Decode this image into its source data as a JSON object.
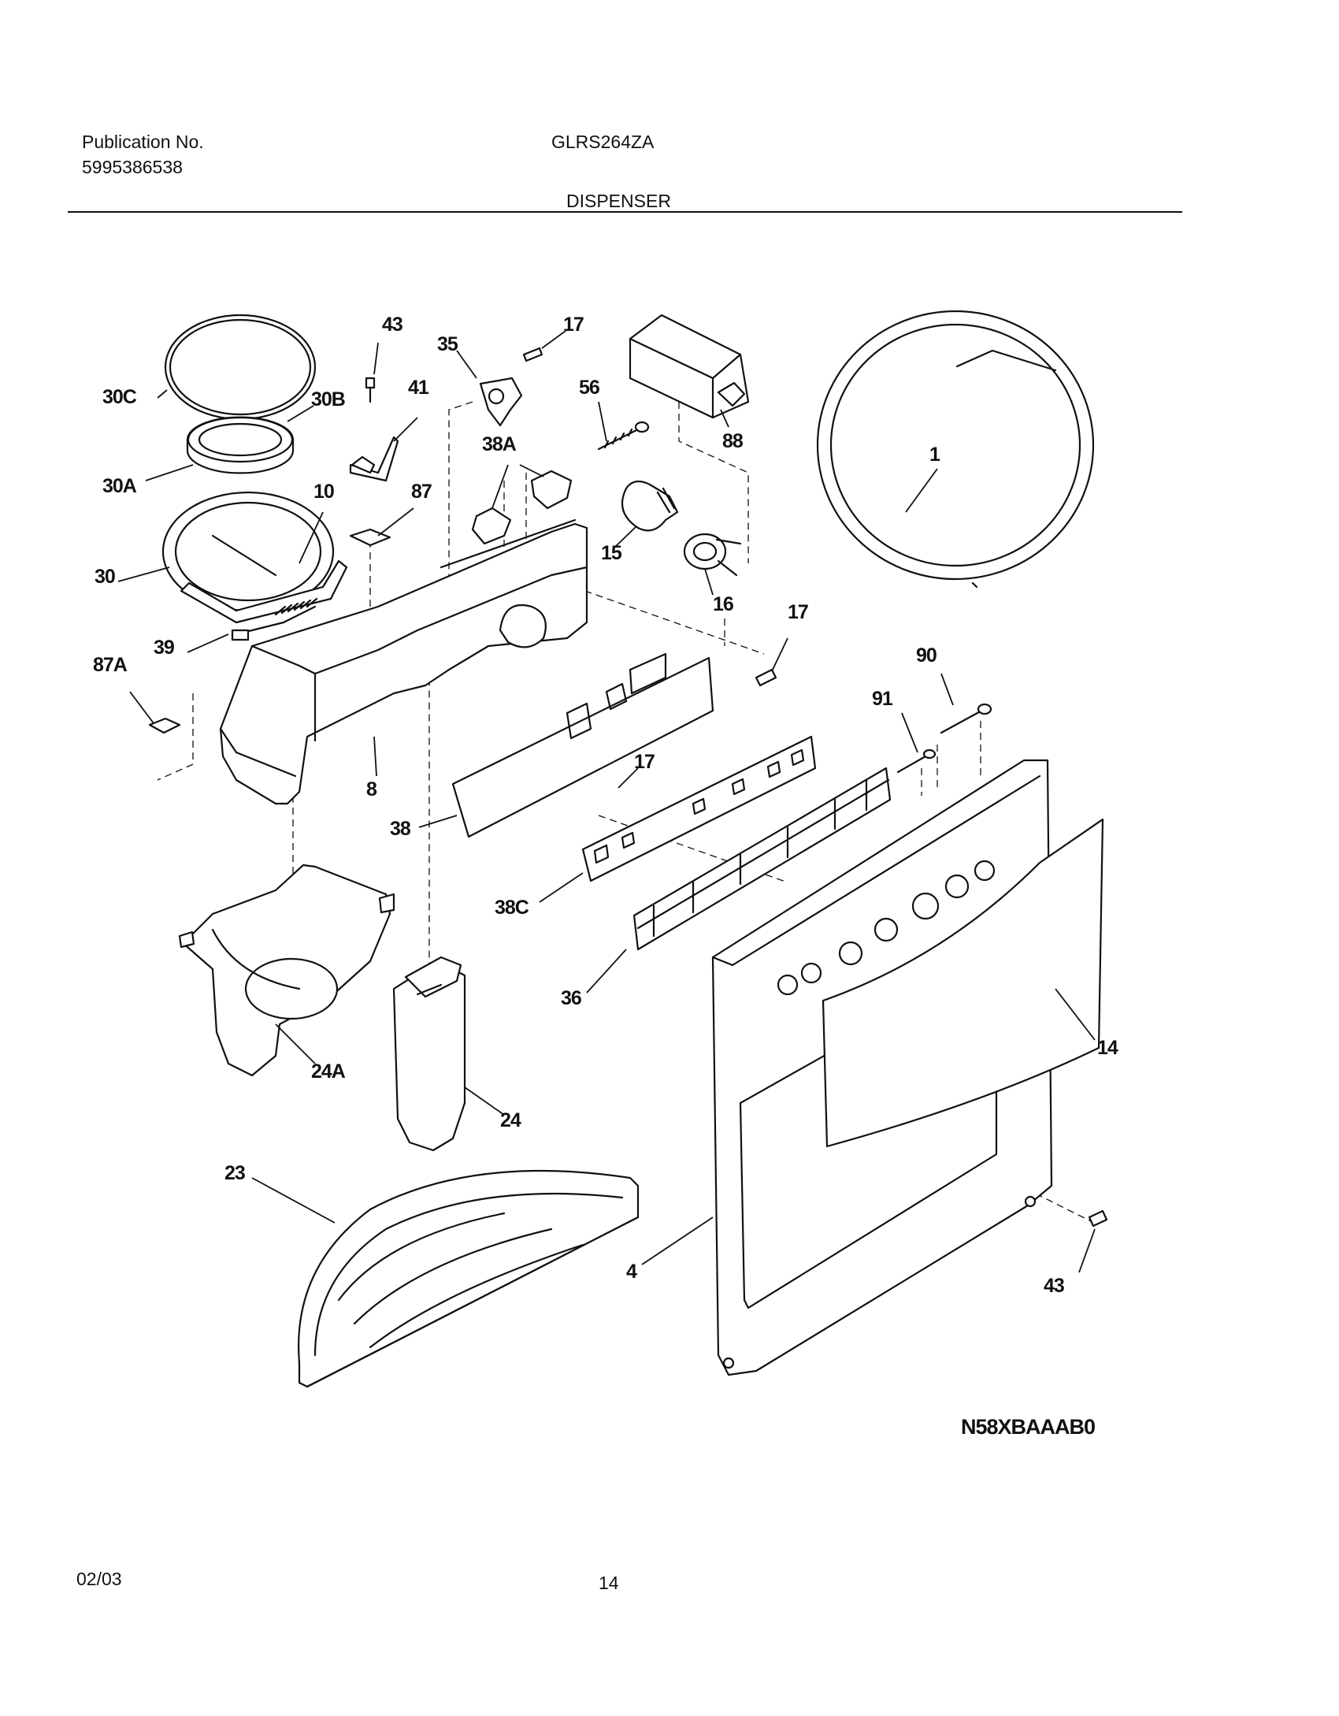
{
  "header": {
    "publication_label": "Publication No.",
    "publication_number": "5995386538",
    "model": "GLRS264ZA",
    "section_title": "DISPENSER"
  },
  "diagram": {
    "callouts": [
      "43",
      "17",
      "35",
      "56",
      "41",
      "30C",
      "30B",
      "38A",
      "88",
      "1",
      "30A",
      "87",
      "10",
      "15",
      "30",
      "16",
      "17",
      "39",
      "87A",
      "90",
      "17",
      "91",
      "8",
      "17",
      "38",
      "38C",
      "36",
      "14",
      "24A",
      "24",
      "23",
      "4",
      "43"
    ],
    "illustration_code": "N58XBAAAB0"
  },
  "footer": {
    "date": "02/03",
    "page_number": "14"
  }
}
